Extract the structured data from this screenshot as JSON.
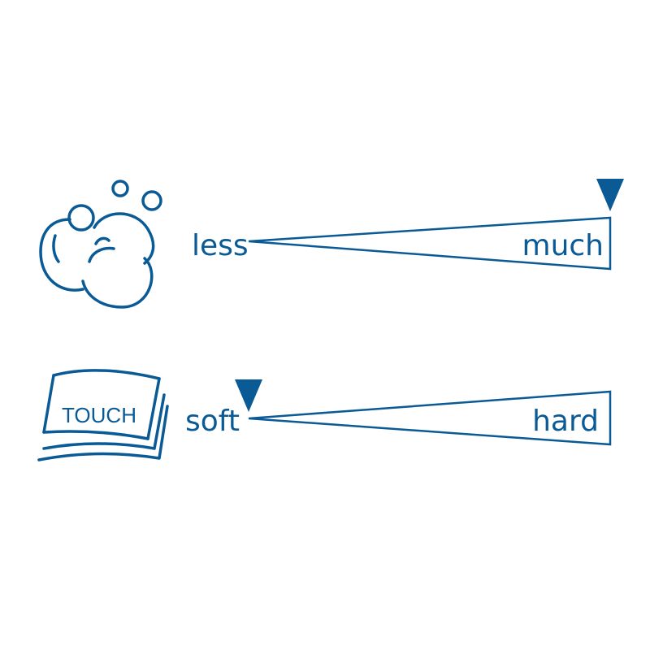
{
  "colors": {
    "primary": "#0a5a96",
    "background": "#ffffff"
  },
  "scales": [
    {
      "id": "lather",
      "icon": "soap-bubbles-icon",
      "min_label": "less",
      "max_label": "much",
      "level": 1.0
    },
    {
      "id": "touch",
      "icon": "towel-icon",
      "icon_text": "TOUCH",
      "min_label": "soft",
      "max_label": "hard",
      "level": 0.0
    }
  ]
}
